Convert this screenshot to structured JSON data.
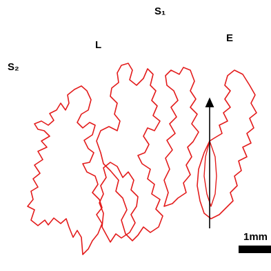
{
  "labels": {
    "s1": "S₁",
    "l": "L",
    "e": "E",
    "s2": "S₂",
    "scale": "1mm"
  },
  "colors": {
    "outline": "#e31b1b",
    "arrow": "#000000",
    "scale_bar": "#000000",
    "background": "#ffffff"
  }
}
